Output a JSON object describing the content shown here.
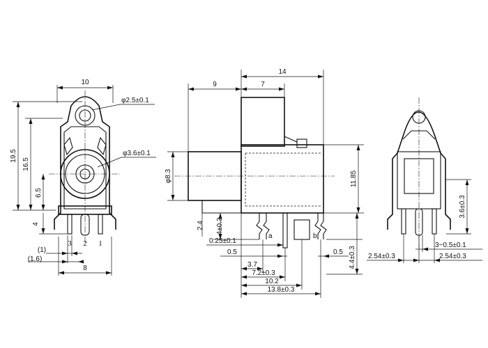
{
  "front_view": {
    "dims": {
      "width": "10",
      "height": "19.5",
      "height_body": "16.5",
      "jack_center": "6.5",
      "pin_protrusion": "4",
      "pin_offset": "(1)",
      "pin_offset_tol": "(1.6)",
      "pin_span": "8",
      "top_hole": "φ2.5±0.1",
      "jack_hole": "φ3.6±0.1"
    },
    "pins": [
      "3",
      "2",
      "1"
    ]
  },
  "side_view": {
    "dims": {
      "overall_length": "14",
      "barrel_length": "9",
      "body_top": "7",
      "barrel_diameter": "φ8.3",
      "height": "11.85",
      "standoff": "2.4",
      "pin_height": "4±0.3",
      "pin_thickness": "0.25±0.1",
      "pin_width_left": "0.5",
      "pin_width_right": "0.5",
      "pin_a_pos": "3.7",
      "pin_a_pos2": "7.2±0.3",
      "pin_b_pos": "10.2",
      "body_length": "13.8±0.3",
      "pin_b_height": "4.4±0.3"
    },
    "labels": {
      "a": "a",
      "b": "b"
    }
  },
  "rear_view": {
    "dims": {
      "pin_height": "3.6±0.3",
      "pin_width": "3−0.5±0.1",
      "pitch_left": "2.54±0.3",
      "pitch_right": "2.54±0.3"
    }
  }
}
